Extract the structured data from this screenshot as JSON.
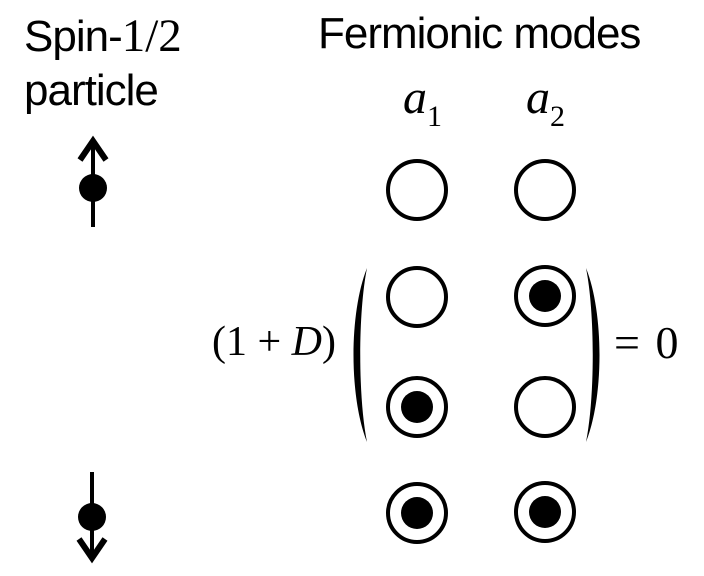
{
  "colors": {
    "ink": "#000000",
    "background": "#ffffff"
  },
  "spin_panel": {
    "heading_line1_sans": "Spin-",
    "heading_line1_fraction": "1/2",
    "heading_line2": "particle",
    "arrows": [
      {
        "direction": "up"
      },
      {
        "direction": "down"
      }
    ]
  },
  "modes_panel": {
    "heading": "Fermionic modes",
    "labels": [
      {
        "base": "a",
        "sub": "1"
      },
      {
        "base": "a",
        "sub": "2"
      }
    ],
    "rows": {
      "spin_up": [
        "empty",
        "empty"
      ],
      "superposition_1": [
        "empty",
        "occupied"
      ],
      "superposition_2": [
        "occupied",
        "empty"
      ],
      "spin_down": [
        "occupied",
        "occupied"
      ]
    }
  },
  "equation": {
    "prefix": "(1 + ",
    "variable": "D",
    "suffix": ")",
    "rhs": "= 0"
  }
}
